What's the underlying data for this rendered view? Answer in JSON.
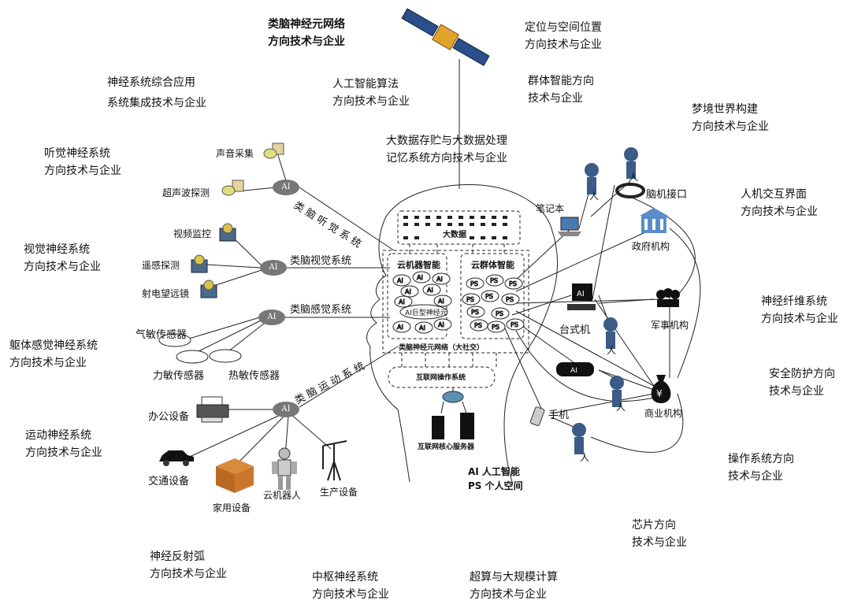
{
  "directions": {
    "brain_net": [
      "类脑神经元网络",
      "方向技术与企业"
    ],
    "positioning": [
      "定位与空间位置",
      "方向技术与企业"
    ],
    "ai_algo": [
      "人工智能算法",
      "方向技术与企业"
    ],
    "swarm": [
      "群体智能方向",
      "技术与企业"
    ],
    "neuro_integration": [
      "神经系统综合应用",
      "系统集成技术与企业"
    ],
    "dream": [
      "梦境世界构建",
      "方向技术与企业"
    ],
    "bigdata": [
      "大数据存贮与大数据处理",
      "记忆系统方向技术与企业"
    ],
    "hearing": [
      "听觉神经系统",
      "方向技术与企业"
    ],
    "hci": [
      "人机交互界面",
      "方向技术与企业"
    ],
    "vision": [
      "视觉神经系统",
      "方向技术与企业"
    ],
    "fiber": [
      "神经纤维系统",
      "方向技术与企业"
    ],
    "body_sense": [
      "躯体感觉神经系统",
      "方向技术与企业"
    ],
    "security": [
      "安全防护方向",
      "技术与企业"
    ],
    "motion": [
      "运动神经系统",
      "方向技术与企业"
    ],
    "os": [
      "操作系统方向",
      "技术与企业"
    ],
    "chip": [
      "芯片方向",
      "技术与企业"
    ],
    "reflex": [
      "神经反射弧",
      "方向技术与企业"
    ],
    "central": [
      "中枢神经系统",
      "方向技术与企业"
    ],
    "supercomputing": [
      "超算与大规模计算",
      "方向技术与企业"
    ]
  },
  "branches": {
    "hearing": "类脑听觉系统",
    "vision": "类脑视觉系统",
    "sense": "类脑感觉系统",
    "motion": "类脑运动系统"
  },
  "devices": {
    "sound": "声音采集",
    "ultrasound": "超声波探测",
    "video": "视频监控",
    "remote": "遥感探测",
    "telescope": "射电望远镜",
    "gas": "气敏传感器",
    "force": "力敏传感器",
    "heat": "热敏传感器",
    "office": "办公设备",
    "traffic": "交通设备",
    "home": "家用设备",
    "robot": "云机器人",
    "production": "生产设备",
    "laptop": "笔记本",
    "bci": "脑机接口",
    "gov": "政府机构",
    "desktop": "台式机",
    "military": "军事机构",
    "commerce": "商业机构",
    "phone": "手机",
    "person": "人"
  },
  "brain": {
    "bigdata": "大数据",
    "cloud_machine": "云机器智能",
    "cloud_swarm": "云群体智能",
    "ai_giant": "AI巨型神经元",
    "net_label": "类脑神经元网络（大社交）",
    "internet_os": "互联网操作系统",
    "core_server": "互联网核心服务器"
  },
  "node_labels": {
    "ai": "AI",
    "ps": "PS"
  },
  "legend": {
    "ai": "AI 人工智能",
    "ps": "PS 个人空间"
  }
}
